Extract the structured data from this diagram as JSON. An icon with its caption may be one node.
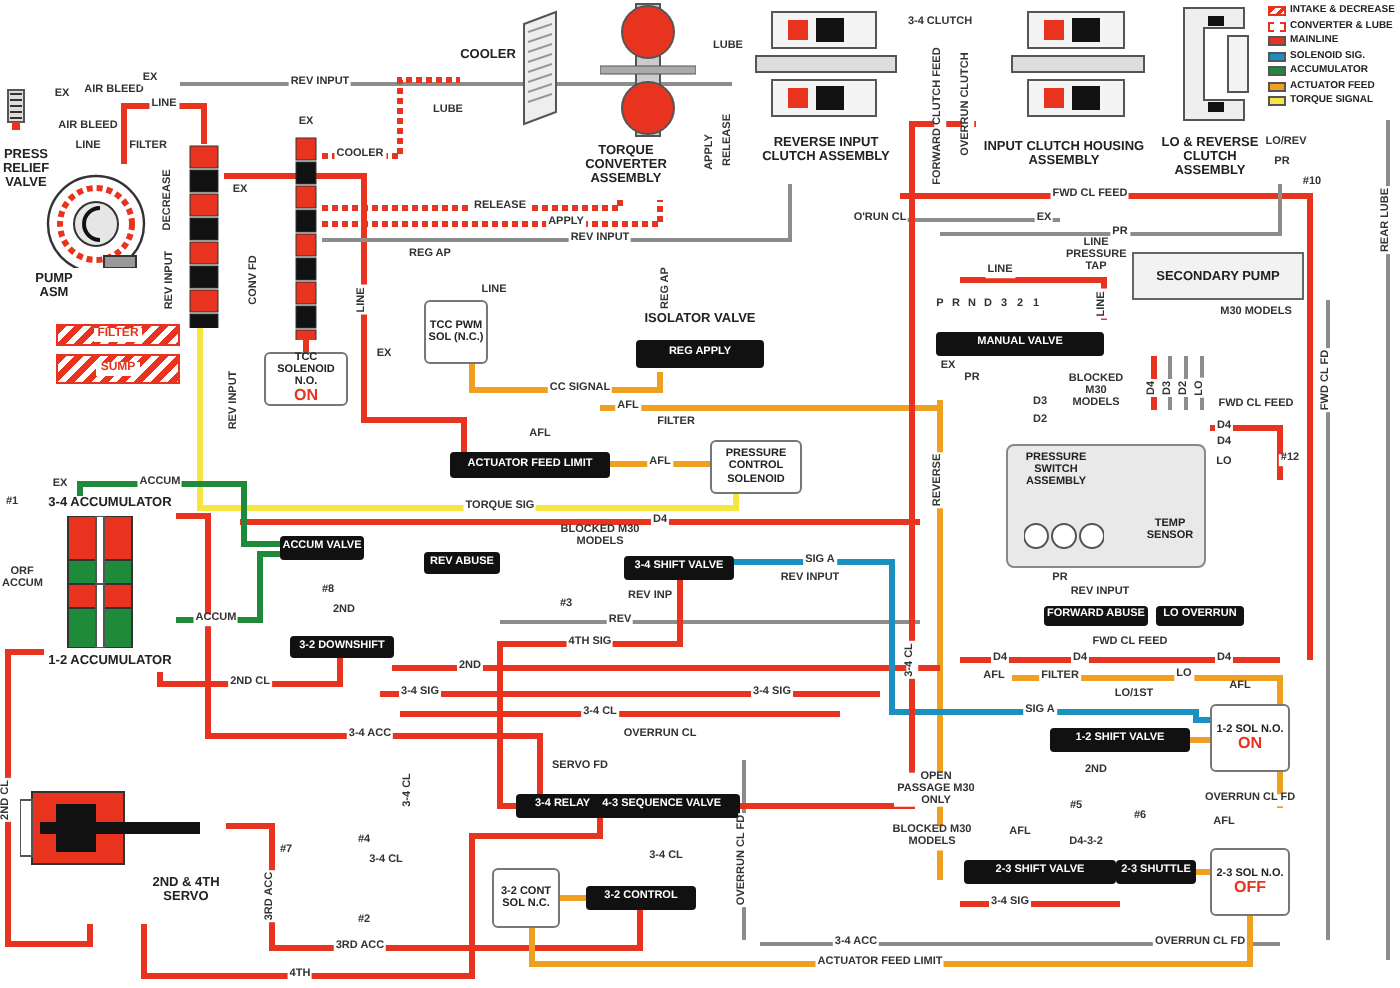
{
  "diagram": {
    "nodes": [
      {
        "text": [
          "PRESS RELIEF VALVE"
        ]
      },
      {
        "text": [
          "PUMP ASM"
        ]
      },
      {
        "text": [
          "FILTER"
        ]
      },
      {
        "text": [
          "SUMP"
        ]
      },
      {
        "text": [],
        "shape": "box"
      },
      {
        "text": [],
        "shape": "box"
      },
      {
        "text": [
          "TCC SOLENOID N.O.",
          "ON"
        ]
      },
      {
        "text": [
          "COOLER"
        ]
      },
      {
        "text": [
          "TORQUE CONVERTER ASSEMBLY"
        ]
      },
      {
        "text": [
          "REVERSE INPUT CLUTCH ASSEMBLY"
        ]
      },
      {
        "text": [
          "INPUT CLUTCH HOUSING ASSEMBLY"
        ]
      },
      {
        "text": [
          "LO & REVERSE CLUTCH ASSEMBLY"
        ]
      },
      {
        "text": [
          "TCC PWM SOL (N.C.)"
        ]
      },
      {
        "text": [
          "ISOLATOR VALVE",
          "REG APPLY"
        ]
      },
      {
        "text": [
          "ACTUATOR FEED LIMIT"
        ]
      },
      {
        "text": [
          "PRESSURE CONTROL SOLENOID"
        ]
      },
      {
        "text": [
          "3-4 ACCUMULATOR"
        ]
      },
      {
        "text": [
          "1-2 ACCUMULATOR"
        ]
      },
      {
        "text": [
          "ACCUM VALVE"
        ]
      },
      {
        "text": [
          "3-2 DOWNSHIFT"
        ]
      },
      {
        "text": [
          "REV ABUSE"
        ]
      },
      {
        "text": [
          "3-4 SHIFT VALVE"
        ]
      },
      {
        "text": [
          "3-4 RELAY",
          "4-3 SEQUENCE VALVE"
        ]
      },
      {
        "text": [
          "3-2 CONT SOL N.C."
        ]
      },
      {
        "text": [
          "3-2 CONTROL"
        ]
      },
      {
        "text": [
          "2ND & 4TH SERVO"
        ]
      },
      {
        "text": [
          "MANUAL VALVE"
        ]
      },
      {
        "text": [
          "SECONDARY PUMP"
        ]
      },
      {
        "text": [
          "PRESSURE SWITCH ASSEMBLY",
          "TEMP SENSOR"
        ]
      },
      {
        "text": [
          "FORWARD ABUSE"
        ]
      },
      {
        "text": [
          "LO OVERRUN"
        ]
      },
      {
        "text": [
          "1-2 SHIFT VALVE"
        ]
      },
      {
        "text": [
          "1-2 SOL N.O.",
          "ON"
        ]
      },
      {
        "text": [
          "2-3 SHIFT VALVE"
        ]
      },
      {
        "text": [
          "2-3 SHUTTLE"
        ]
      },
      {
        "text": [
          "2-3 SOL N.O.",
          "OFF"
        ]
      }
    ],
    "edges": [
      {
        "from": 1,
        "to": 4,
        "arrow": "none",
        "label": "LINE"
      },
      {
        "from": 4,
        "to": 14,
        "arrow": "none",
        "label": "LINE"
      },
      {
        "from": 5,
        "to": 6,
        "arrow": "none"
      },
      {
        "from": 9,
        "to": 5,
        "arrow": "none",
        "label": "REV INPUT",
        "color": "#8c8c8c"
      },
      {
        "from": 5,
        "to": 8,
        "arrow": "none",
        "label": "APPLY",
        "style": "dashed"
      },
      {
        "from": 5,
        "to": 8,
        "arrow": "none",
        "label": "RELEASE",
        "style": "dashed"
      },
      {
        "from": 5,
        "to": 7,
        "arrow": "none",
        "label": "COOLER",
        "style": "dashed"
      },
      {
        "from": 13,
        "to": 12,
        "arrow": "none",
        "label": "CC SIGNAL",
        "color": "#f0a020"
      },
      {
        "from": 14,
        "to": 15,
        "arrow": "none",
        "label": "AFL",
        "color": "#f0a020"
      },
      {
        "from": 15,
        "to": 4,
        "arrow": "none",
        "label": "TORQUE SIG",
        "color": "#f5e642"
      },
      {
        "from": 16,
        "to": 18,
        "arrow": "none",
        "label": "ACCUM",
        "color": "#1e8a3a"
      },
      {
        "from": 17,
        "to": 18,
        "arrow": "none",
        "label": "ACCUM",
        "color": "#1e8a3a"
      },
      {
        "from": 16,
        "to": 22,
        "arrow": "none",
        "label": "3-4 ACC"
      },
      {
        "from": 17,
        "to": 19,
        "arrow": "none",
        "label": "2ND CL"
      },
      {
        "from": 21,
        "to": 22,
        "arrow": "none",
        "label": "4TH SIG"
      },
      {
        "from": 17,
        "to": 25,
        "arrow": "none",
        "label": "2ND CL"
      },
      {
        "from": 25,
        "to": 24,
        "arrow": "none",
        "label": "3RD ACC"
      },
      {
        "from": 25,
        "to": 22,
        "arrow": "none",
        "label": "4TH"
      },
      {
        "from": 23,
        "to": 24,
        "arrow": "none",
        "color": "#f0a020"
      },
      {
        "from": 35,
        "to": 23,
        "arrow": "none",
        "label": "ACTUATOR FEED LIMIT",
        "color": "#f0a020"
      },
      {
        "from": 32,
        "to": 21,
        "arrow": "none",
        "label": "SIG A",
        "color": "#1a8fc0"
      },
      {
        "from": 35,
        "to": 34,
        "arrow": "none",
        "color": "#f0a020"
      },
      {
        "from": 32,
        "to": 31,
        "arrow": "none",
        "color": "#f0a020"
      },
      {
        "from": 22,
        "to": 10,
        "arrow": "none",
        "label": "3-4 CL"
      }
    ],
    "labels": [
      "EX",
      "AIR BLEED",
      "AIR BLEED",
      "LINE",
      "FILTER",
      "DECREASE",
      "EX",
      "REV INPUT",
      "REV INPUT",
      "CONV FD",
      "EX",
      "EX",
      "REG AP",
      "EX",
      "REV INPUT",
      "LUBE",
      "LUBE",
      "APPLY",
      "RELEASE",
      "3-4 CLUTCH",
      "OVERRUN CLUTCH",
      "FORWARD CLUTCH FEED",
      "O'RUN CL",
      "EX",
      "FWD CL FEED",
      "LO/REV",
      "PR",
      "#10",
      "PR",
      "REAR LUBE",
      "LINE",
      "REG AP",
      "LINE PRESSURE TAP",
      "M30 MODELS",
      "LINE",
      "LINE",
      "P",
      "R",
      "N",
      "D",
      "3",
      "2",
      "1",
      "FWD CL FD",
      "FWD CL FEED",
      "D4",
      "D4",
      "#12",
      "LO",
      "EX",
      "PR",
      "D4",
      "D3",
      "D2",
      "LO",
      "BLOCKED M30 MODELS",
      "D3",
      "D2",
      "AFL",
      "AFL",
      "FILTER",
      "#1",
      "EX",
      "ORF ACCUM",
      "2ND",
      "#8",
      "3-4 SIG",
      "3-4 CL",
      "#7",
      "#4",
      "#2",
      "3-4 CL",
      "3RD ACC",
      "2ND",
      "BLOCKED M30 MODELS",
      "D4",
      "REV INPUT",
      "REV INP",
      "REV",
      "#3",
      "3-4 SIG",
      "3-4 CL",
      "OVERRUN CL",
      "SERVO FD",
      "3-4 CL",
      "OVERRUN CL FD",
      "3-4 ACC",
      "OPEN PASSAGE M30 ONLY",
      "BLOCKED M30 MODELS",
      "REVERSE",
      "PR",
      "REV INPUT",
      "FWD CL FEED",
      "D4",
      "D4",
      "D4",
      "AFL",
      "FILTER",
      "LO",
      "AFL",
      "LO/1ST",
      "SIG A",
      "2ND",
      "OVERRUN CL FD",
      "#5",
      "#6",
      "AFL",
      "AFL",
      "D4-3-2",
      "3-4 SIG",
      "OVERRUN CL FD"
    ],
    "legend": [
      {
        "text": "INTAKE & DECREASE"
      },
      {
        "text": "CONVERTER & LUBE"
      },
      {
        "text": "MAINLINE",
        "color": "#e8331f"
      },
      {
        "text": "SOLENOID SIG.",
        "color": "#1a8fc0"
      },
      {
        "text": "ACCUMULATOR",
        "color": "#1e8a3a"
      },
      {
        "text": "ACTUATOR FEED",
        "color": "#f0a020"
      },
      {
        "text": "TORQUE SIGNAL",
        "color": "#f5e642"
      }
    ]
  }
}
